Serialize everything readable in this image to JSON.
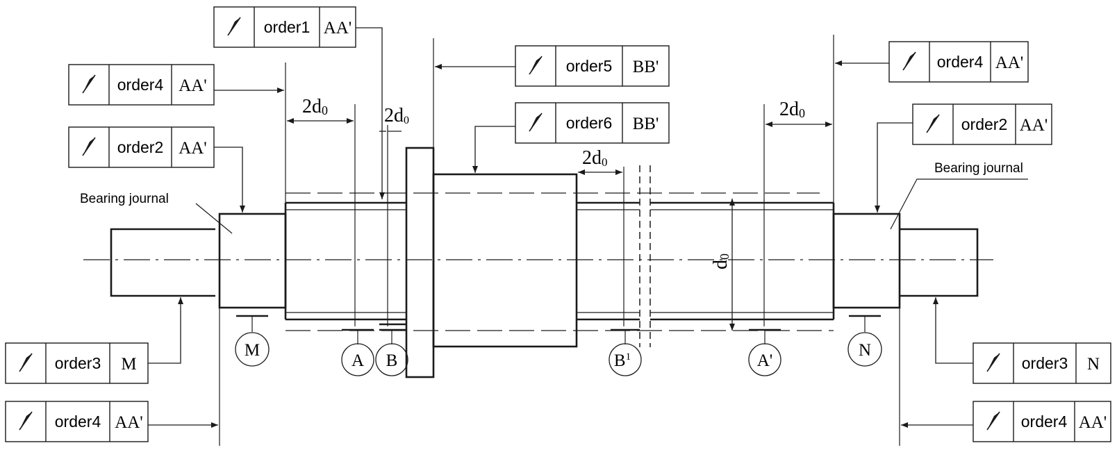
{
  "symbol": {
    "name": "runout-arrow-icon",
    "glyph": "↗"
  },
  "frames": [
    {
      "id": "f-top",
      "order": "order1",
      "datum": "AA'"
    },
    {
      "id": "f-left-1",
      "order": "order4",
      "datum": "AA'"
    },
    {
      "id": "f-left-2",
      "order": "order2",
      "datum": "AA'"
    },
    {
      "id": "f-mid-1",
      "order": "order5",
      "datum": "BB'"
    },
    {
      "id": "f-mid-2",
      "order": "order6",
      "datum": "BB'"
    },
    {
      "id": "f-right-1",
      "order": "order4",
      "datum": "AA'"
    },
    {
      "id": "f-right-2",
      "order": "order2",
      "datum": "AA'"
    },
    {
      "id": "f-bl-1",
      "order": "order3",
      "datum": "M"
    },
    {
      "id": "f-bl-2",
      "order": "order4",
      "datum": "AA'"
    },
    {
      "id": "f-br-1",
      "order": "order3",
      "datum": "N"
    },
    {
      "id": "f-br-2",
      "order": "order4",
      "datum": "AA'"
    }
  ],
  "notes": {
    "left_bearing": "Bearing journal",
    "right_bearing": "Bearing journal"
  },
  "dimensions": {
    "two_d0": "2d",
    "d0_sub": "0",
    "d0": "d"
  },
  "datums": [
    "M",
    "A",
    "B",
    "B",
    "A'",
    "N"
  ],
  "datum_b_prime_sup": "1",
  "colors": {
    "line": "#1a1a1a",
    "background": "#ffffff"
  }
}
